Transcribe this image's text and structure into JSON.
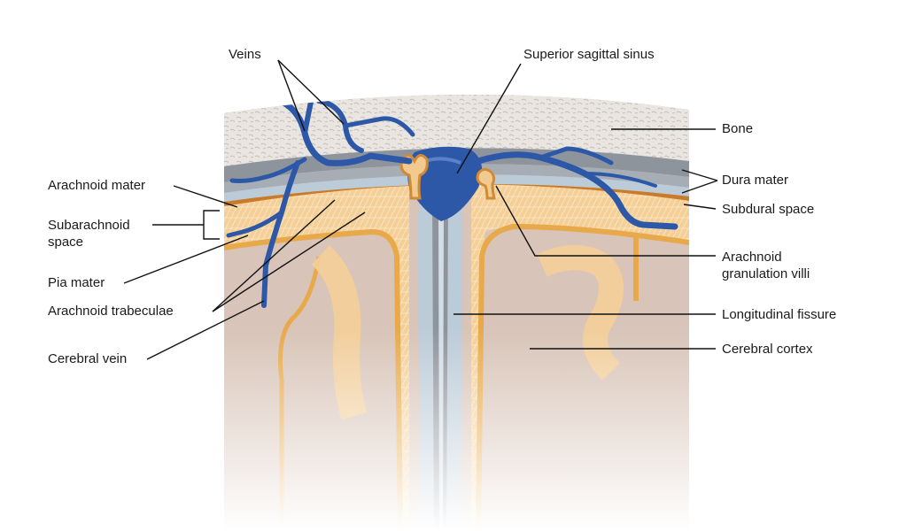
{
  "labels": {
    "veins": "Veins",
    "superior_sagittal_sinus": "Superior sagittal sinus",
    "bone": "Bone",
    "dura_mater": "Dura mater",
    "subdural_space": "Subdural space",
    "arachnoid_granulation_line1": "Arachnoid",
    "arachnoid_granulation_line2": "granulation villi",
    "longitudinal_fissure": "Longitudinal fissure",
    "cerebral_cortex": "Cerebral cortex",
    "arachnoid_mater": "Arachnoid mater",
    "subarachnoid_line1": "Subarachnoid",
    "subarachnoid_line2": "space",
    "pia_mater": "Pia mater",
    "arachnoid_trabeculae": "Arachnoid trabeculae",
    "cerebral_vein": "Cerebral vein"
  },
  "colors": {
    "bone": "#e7e3de",
    "dura": "#8e949c",
    "subdural": "#bccbd8",
    "arachnoid": "#f2c98f",
    "pia": "#e7a94a",
    "cortex": "#d8c4b8",
    "vein": "#2d58a8",
    "vein_dark": "#1d3f86"
  }
}
